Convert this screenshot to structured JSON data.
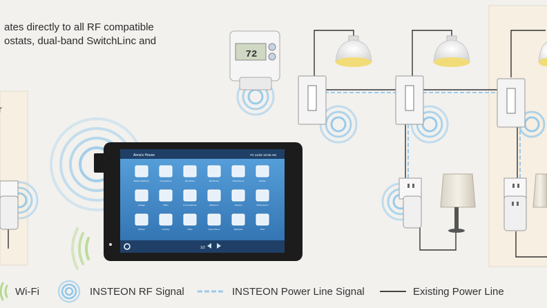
{
  "intro": {
    "line1": "ates directly to all RF compatible",
    "line2": "ostats, dual-band SwitchLinc and"
  },
  "left_panel_fragment": "r",
  "thermostat": {
    "display": "72"
  },
  "tablet": {
    "header_left": "Anna's House",
    "header_right": "Fri 11/26  10:59 AM",
    "tiles": [
      "Master Bedroom",
      "Living Room",
      "Den Room",
      "Bed Room",
      "Guest Room",
      "Kitchen",
      "Garage",
      "Office",
      "Front Entrance",
      "Bathroom",
      "Nursery",
      "Dining Room",
      "Kitchen",
      "Laundry",
      "Patio",
      "Game Room",
      "Backyard",
      "Pool"
    ],
    "page_indicator": "1/2"
  },
  "legend": {
    "wifi": "Wi-Fi",
    "rf": "INSTEON RF Signal",
    "powerline_signal": "INSTEON Power Line Signal",
    "powerline": "Existing Power Line"
  },
  "colors": {
    "rf_blue": "#8fc6ea",
    "wifi_green": "#b5d98f",
    "lamp_yellow": "#f1dc78",
    "panel_beige": "#f6efe2",
    "tablet_blue": "#3b86c7"
  }
}
